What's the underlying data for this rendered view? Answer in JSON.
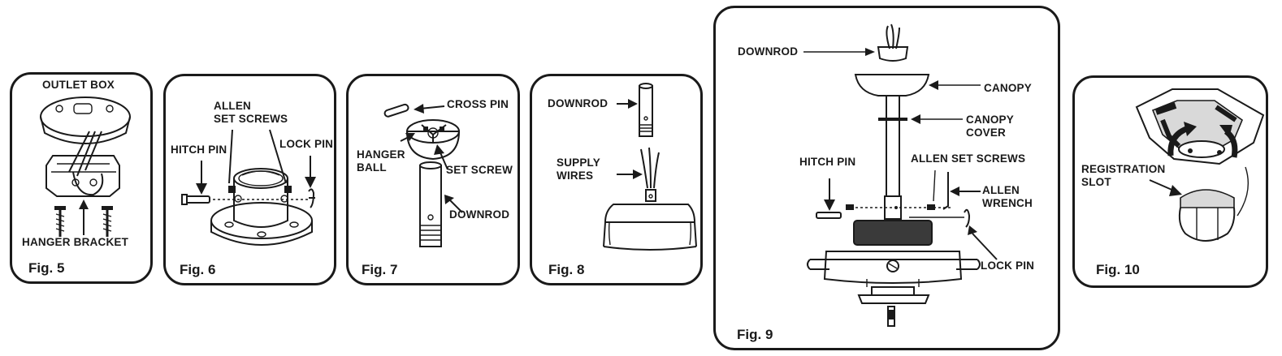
{
  "fig5": {
    "title": "Fig. 5",
    "outlet_box": "OUTLET BOX",
    "hanger_bracket": "HANGER BRACKET"
  },
  "fig6": {
    "title": "Fig. 6",
    "allen_set_screws": "ALLEN\nSET SCREWS",
    "hitch_pin": "HITCH PIN",
    "lock_pin": "LOCK PIN"
  },
  "fig7": {
    "title": "Fig. 7",
    "cross_pin": "CROSS PIN",
    "hanger_ball": "HANGER\nBALL",
    "set_screw": "SET SCREW",
    "downrod": "DOWNROD"
  },
  "fig8": {
    "title": "Fig. 8",
    "downrod": "DOWNROD",
    "supply_wires": "SUPPLY\nWIRES"
  },
  "fig9": {
    "title": "Fig. 9",
    "downrod": "DOWNROD",
    "canopy": "CANOPY",
    "canopy_cover": "CANOPY\nCOVER",
    "hitch_pin": "HITCH PIN",
    "allen_set_screws": "ALLEN SET SCREWS",
    "allen_wrench": "ALLEN\nWRENCH",
    "lock_pin": "LOCK PIN"
  },
  "fig10": {
    "title": "Fig. 10",
    "registration_slot": "REGISTRATION\nSLOT"
  }
}
